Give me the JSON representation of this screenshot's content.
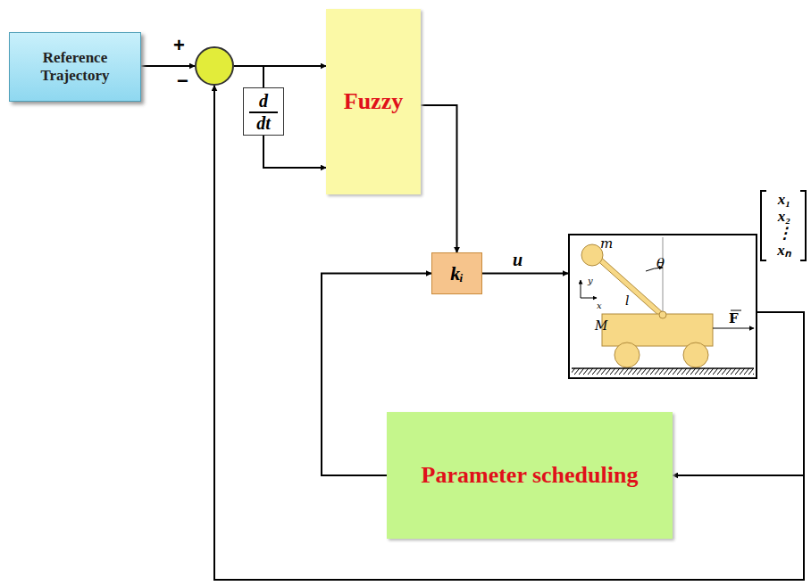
{
  "diagram": {
    "nodes": [
      {
        "text": [
          "Reference Trajectory"
        ]
      },
      {
        "text": [
          "+",
          "−"
        ]
      },
      {
        "text": [
          "d",
          "dt"
        ]
      },
      {
        "text": [
          "Fuzzy"
        ]
      },
      {
        "text": [
          "kᵢ"
        ]
      },
      {
        "text": [
          "m",
          "θ",
          "l",
          "y",
          "x",
          "M",
          "F"
        ]
      },
      {
        "text": [
          "Parameter scheduling"
        ]
      }
    ],
    "edges": [
      {
        "from": 0,
        "to": 1,
        "arrow": "to"
      },
      {
        "from": 1,
        "to": 3,
        "arrow": "to"
      },
      {
        "from": 1,
        "to": 2,
        "arrow": "none"
      },
      {
        "from": 2,
        "to": 3,
        "arrow": "to"
      },
      {
        "from": 3,
        "to": 4,
        "arrow": "to"
      },
      {
        "from": 4,
        "to": 5,
        "label": "u",
        "arrow": "to"
      },
      {
        "from": 5,
        "to": 6,
        "arrow": "to"
      },
      {
        "from": 6,
        "to": 4,
        "arrow": "to"
      },
      {
        "from": 5,
        "to": 1,
        "arrow": "to"
      }
    ],
    "labels": [
      "x₁",
      "x₂",
      "⋮",
      "xₙ"
    ]
  }
}
